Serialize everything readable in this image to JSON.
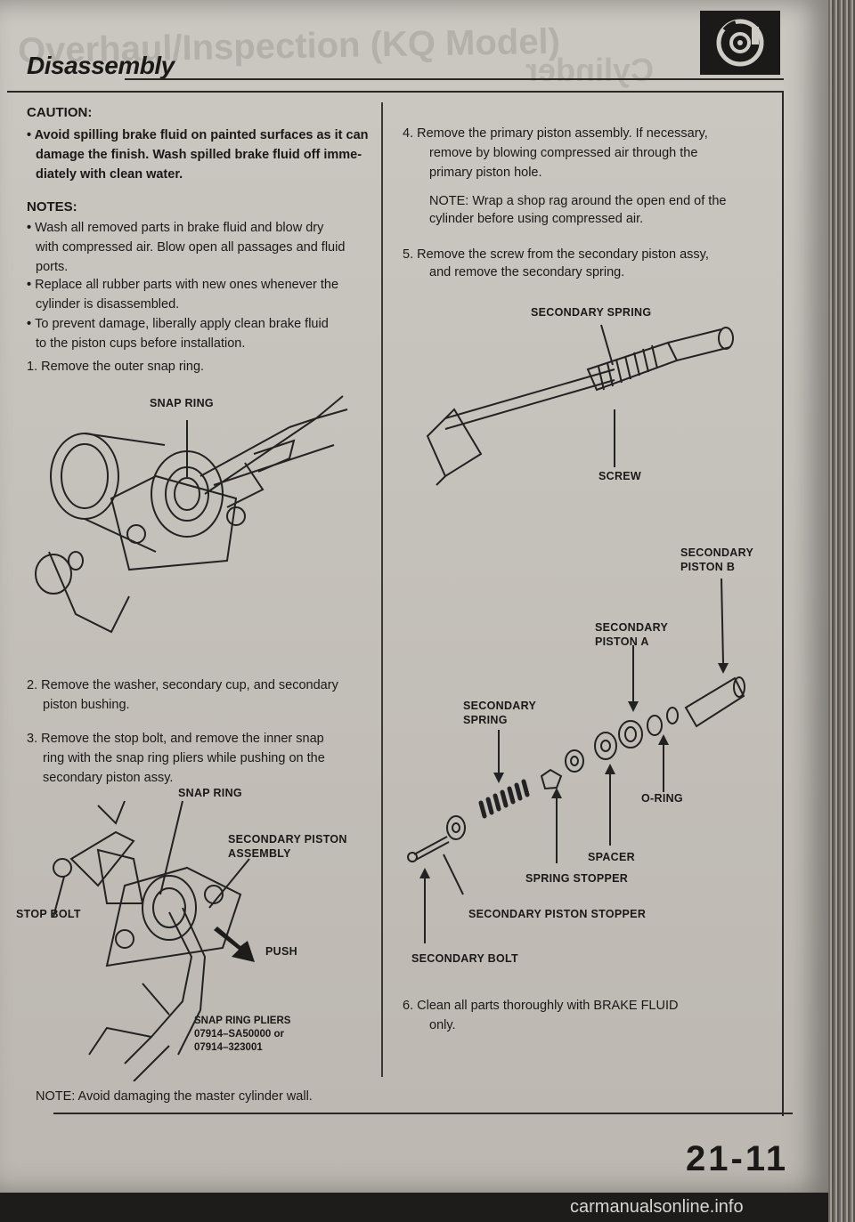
{
  "header": {
    "ghost_left": "Overhaul/Inspection (KQ Model)",
    "ghost_right": "Cylinder",
    "section": "Disassembly"
  },
  "left": {
    "caution_title": "CAUTION:",
    "caution_lines": [
      "• Avoid spilling brake fluid on painted surfaces as it can",
      "damage the finish. Wash spilled brake fluid off imme-",
      "diately with clean water."
    ],
    "notes_title": "NOTES:",
    "notes": [
      "Wash all removed parts in brake fluid and blow dry",
      "with compressed air. Blow open all passages and fluid",
      "ports.",
      "Replace all rubber parts with new ones whenever the",
      "cylinder is disassembled.",
      "To prevent damage, liberally apply clean brake fluid",
      "to the piston cups before installation."
    ],
    "step1": "1.  Remove the outer snap ring.",
    "fig1_label": "SNAP RING",
    "step2_lines": [
      "2.  Remove the washer, secondary cup, and secondary",
      "piston bushing."
    ],
    "step3_lines": [
      "3.  Remove the stop bolt, and remove the inner snap",
      "ring with the snap ring pliers while pushing on the",
      "secondary piston assy."
    ],
    "fig2": {
      "snap_ring": "SNAP RING",
      "assembly_1": "SECONDARY PISTON",
      "assembly_2": "ASSEMBLY",
      "stop_bolt": "STOP BOLT",
      "push": "PUSH",
      "pliers_1": "SNAP RING PLIERS",
      "pliers_2": "07914–SA50000 or",
      "pliers_3": "07914–323001"
    },
    "note_bottom": "NOTE:  Avoid damaging the master cylinder wall."
  },
  "right": {
    "step4_lines": [
      "4.  Remove the primary piston assembly. If necessary,",
      "remove by blowing compressed air through the",
      "primary piston hole."
    ],
    "note4_lines": [
      "NOTE: Wrap a shop rag around the open end of the",
      "cylinder before using compressed air."
    ],
    "step5_lines": [
      "5.  Remove the screw from the secondary piston assy,",
      "and remove the secondary spring."
    ],
    "fig3": {
      "spring": "SECONDARY SPRING",
      "screw": "SCREW"
    },
    "fig4": {
      "piston_b_1": "SECONDARY",
      "piston_b_2": "PISTON B",
      "piston_a_1": "SECONDARY",
      "piston_a_2": "PISTON A",
      "spring_1": "SECONDARY",
      "spring_2": "SPRING",
      "oring": "O-RING",
      "spacer": "SPACER",
      "spring_stopper": "SPRING STOPPER",
      "piston_stopper": "SECONDARY PISTON STOPPER",
      "bolt": "SECONDARY BOLT"
    },
    "step6_lines": [
      "6.  Clean all parts thoroughly with BRAKE FLUID",
      "only."
    ]
  },
  "footer": {
    "page_number": "21-11",
    "watermark": "carmanualsonline.info"
  }
}
